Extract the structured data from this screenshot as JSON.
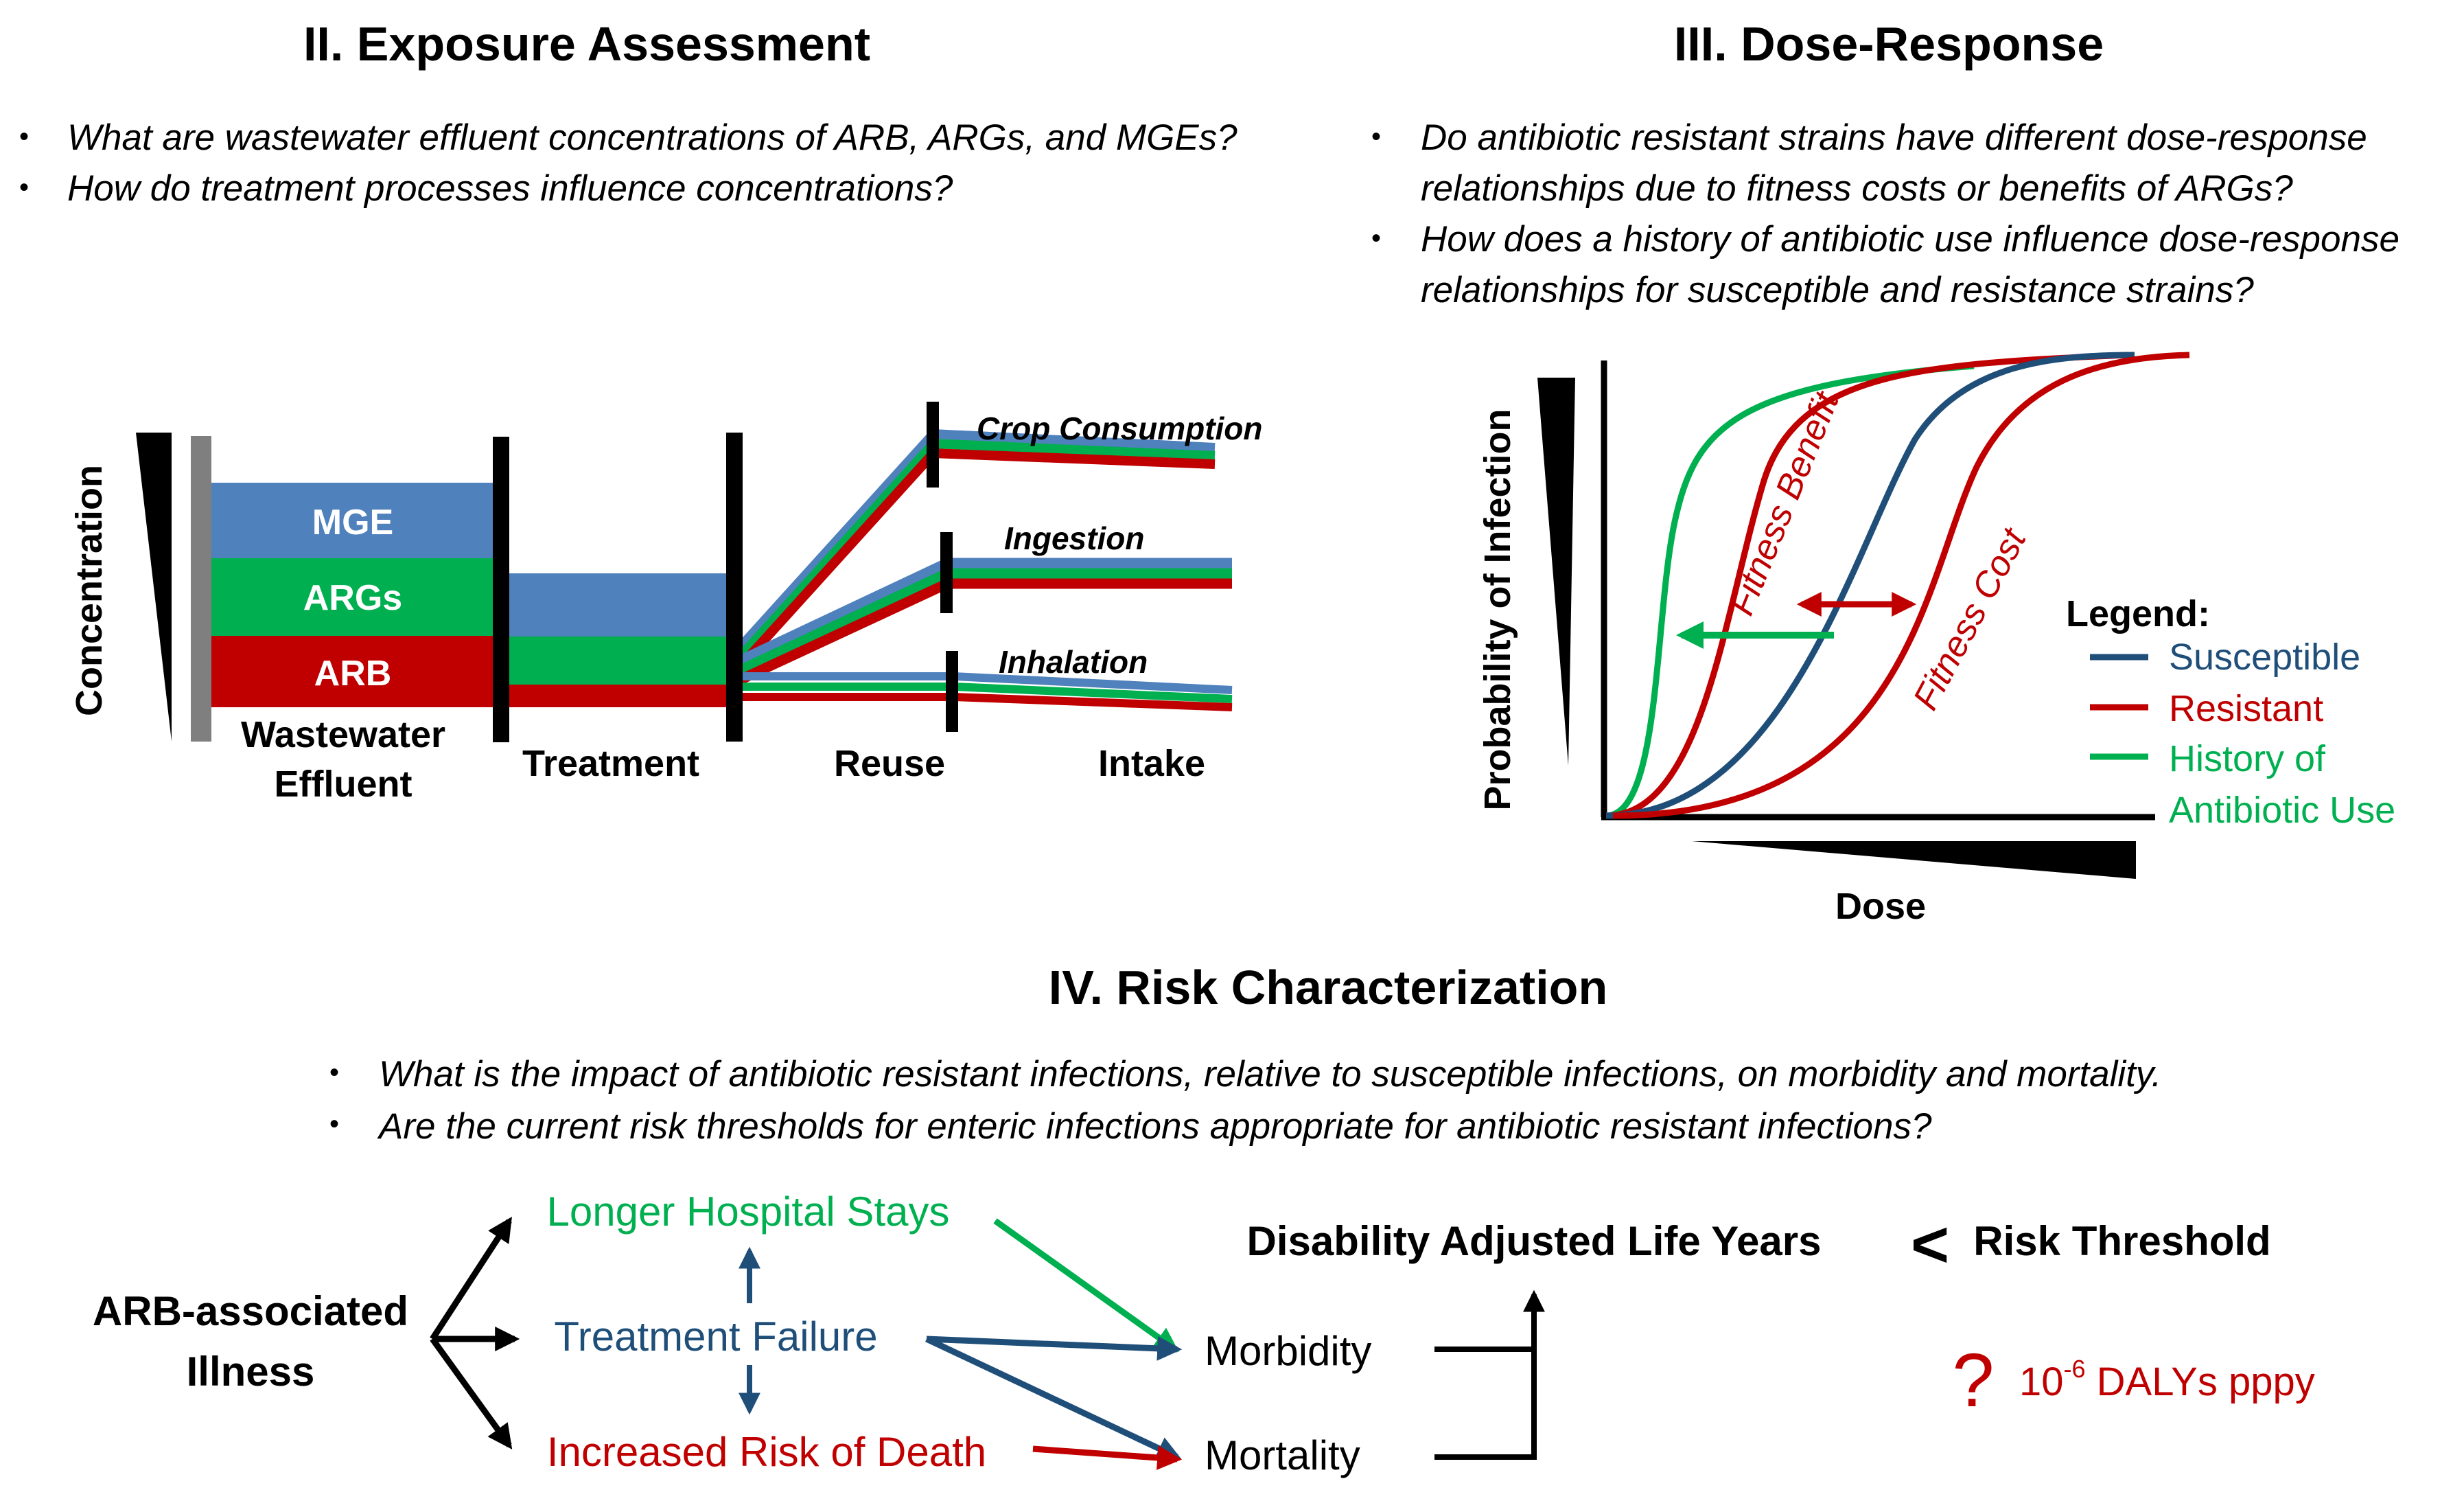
{
  "colors": {
    "mge": "#4f81bd",
    "args": "#00b050",
    "arb": "#c00000",
    "susceptible": "#1f4e79",
    "resistant": "#c00000",
    "history": "#00b050",
    "wall": "#7f7f7f"
  },
  "exposure": {
    "title": "II. Exposure Assessment",
    "questions": [
      "What are wastewater effluent concentrations of ARB, ARGs, and MGEs?",
      "How do treatment processes influence concentrations?"
    ],
    "y_label": "Concentration",
    "band_labels": {
      "mge": "MGE",
      "args": "ARGs",
      "arb": "ARB"
    },
    "stage_labels": {
      "effluent_line1": "Wastewater",
      "effluent_line2": "Effluent",
      "treatment": "Treatment",
      "reuse": "Reuse",
      "intake": "Intake"
    },
    "routes": [
      "Crop Consumption",
      "Ingestion",
      "Inhalation"
    ]
  },
  "dose_response": {
    "title": "III. Dose-Response",
    "questions": [
      {
        "line1": "Do antibiotic resistant strains have different dose-response",
        "line2": "relationships due to fitness costs or benefits of ARGs?"
      },
      {
        "line1": "How does a history of antibiotic use influence dose-response",
        "line2": "relationships for susceptible and resistance strains?"
      }
    ],
    "y_label": "Probability of Infection",
    "x_label": "Dose",
    "fitness_benefit": "Fitness Benefit",
    "fitness_cost": "Fitness Cost",
    "legend": {
      "title": "Legend:",
      "susceptible": "Susceptible",
      "resistant": "Resistant",
      "history_line1": "History of",
      "history_line2": "Antibiotic Use"
    }
  },
  "risk": {
    "title": "IV. Risk Characterization",
    "questions": [
      "What is the impact of antibiotic resistant infections, relative to susceptible infections, on morbidity and mortality.",
      "Are the current risk thresholds for enteric infections appropriate for antibiotic resistant infections?"
    ],
    "source_line1": "ARB-associated",
    "source_line2": "Illness",
    "outcomes": {
      "longer_stays": "Longer Hospital Stays",
      "treatment_failure": "Treatment Failure",
      "death": "Increased Risk of Death"
    },
    "morbidity": "Morbidity",
    "mortality": "Mortality",
    "daly": "Disability Adjusted Life Years",
    "less_than": "<",
    "threshold": "Risk Threshold",
    "question_mark": "?",
    "threshold_base": "10",
    "threshold_exp": "-6",
    "threshold_unit": " DALYs pppy"
  }
}
